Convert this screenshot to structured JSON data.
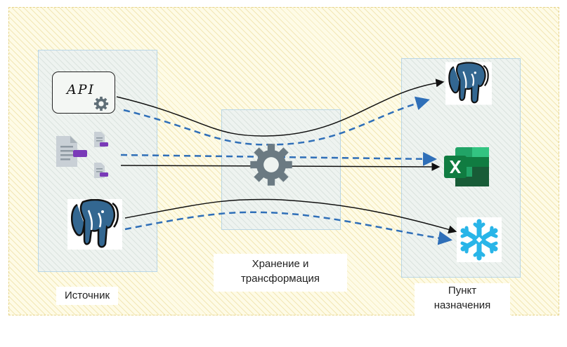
{
  "labels": {
    "source": "Источник",
    "storage": "Хранение и\nтрансформация",
    "destination": "Пункт\nназначения"
  },
  "api": {
    "text": "API"
  },
  "icons": {
    "api": "api-gear-icon",
    "documents": "document-files-icon",
    "source_db": "postgresql-elephant-icon",
    "transform": "gear-icon",
    "dest_db": "postgresql-elephant-icon",
    "excel": "excel-icon",
    "snowflake": "snowflake-icon"
  },
  "colors": {
    "solid_flow": "#111111",
    "dashed_flow": "#2f6fb8",
    "gear": "#6b7a82",
    "excel_green": "#1d6f42",
    "snowflake": "#29b5e8"
  }
}
